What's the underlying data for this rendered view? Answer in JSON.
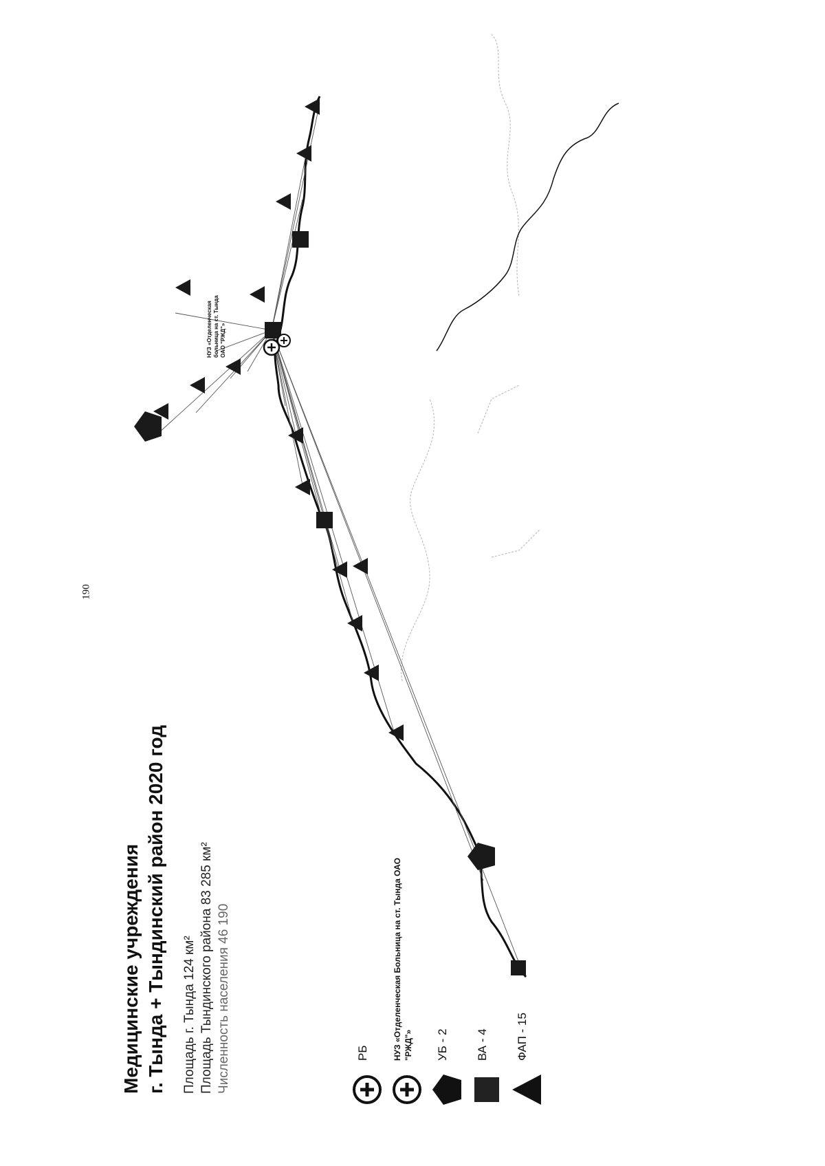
{
  "page_number": "190",
  "title": {
    "line1": "Медицинские учреждения",
    "line2": "г. Тында + Тындинский район 2020 год"
  },
  "facts": {
    "city_area": "Площадь г. Тында 124 км²",
    "district_area": "Площадь Тындинского района 83 285 км²",
    "population": "Численность населения 46 190"
  },
  "legend": [
    {
      "symbol": "plus-circle",
      "label": "РБ"
    },
    {
      "symbol": "plus-circle",
      "label": "НУЗ «Отделенческая Больница на ст. Тында ОАО \"РЖД\"»"
    },
    {
      "symbol": "pentagon",
      "label": "УБ - 2"
    },
    {
      "symbol": "square",
      "label": "ВА - 4"
    },
    {
      "symbol": "triangle",
      "label": "ФАП - 15"
    }
  ],
  "map": {
    "hub_label": "НУЗ «Отделенческая больница на ст. Тында ОАО \"РЖД\"»",
    "colors": {
      "ink": "#111111",
      "faint": "#b5b5b5"
    }
  }
}
